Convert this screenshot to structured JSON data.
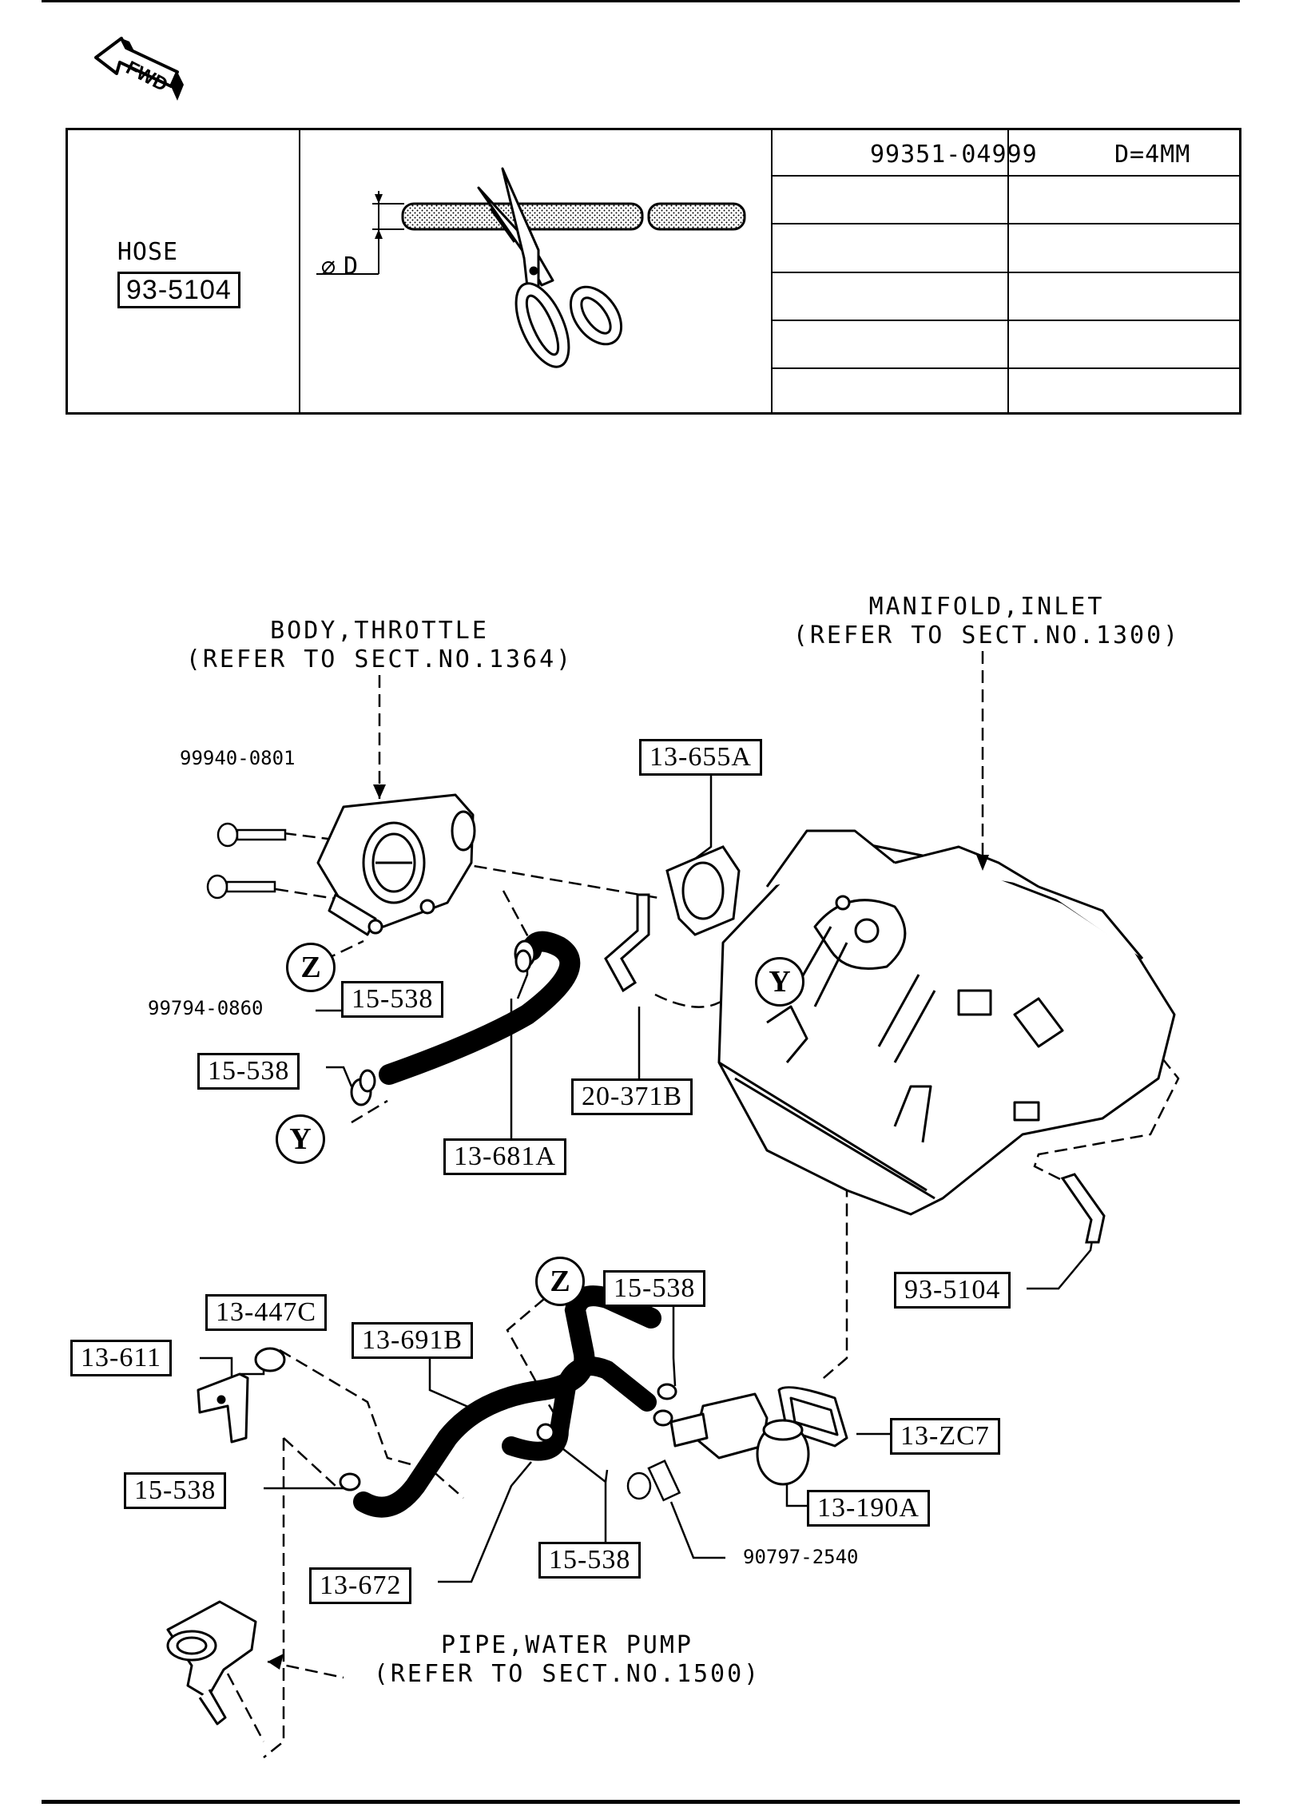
{
  "badge": {
    "label": "FWD",
    "icon": "fwd-arrow-icon"
  },
  "spec_table": {
    "part_name": "HOSE",
    "part_number": "93-5104",
    "rows": [
      {
        "part_no": "99351-04999",
        "size": "D=4MM"
      },
      {
        "part_no": "",
        "size": ""
      },
      {
        "part_no": "",
        "size": ""
      },
      {
        "part_no": "",
        "size": ""
      },
      {
        "part_no": "",
        "size": ""
      },
      {
        "part_no": "",
        "size": ""
      }
    ],
    "dimension_label": "D"
  },
  "references": {
    "throttle_name": "BODY,THROTTLE",
    "throttle_ref": "(REFER TO SECT.NO.1364)",
    "manifold_name": "MANIFOLD,INLET",
    "manifold_ref": "(REFER TO SECT.NO.1300)",
    "pump_name": "PIPE,WATER PUMP",
    "pump_ref": "(REFER TO SECT.NO.1500)"
  },
  "plain_parts": {
    "bolt_upper": "99940-0801",
    "bolt_lower": "99794-0860",
    "bolt_housing": "90797-2540"
  },
  "callouts": {
    "gasket": "13-655A",
    "clamp_throttle": "15-538",
    "clamp_left": "15-538",
    "hose_throttle": "13-681A",
    "elbow_hose": "20-371B",
    "hose_manifold": "93-5104",
    "clamp_top": "15-538",
    "bracket_cap": "13-447C",
    "bracket": "13-611",
    "pipe_long": "13-691B",
    "gasket_housing": "13-ZC7",
    "clamp_pump": "15-538",
    "thermo_housing": "13-190A",
    "clamp_bottom": "15-538",
    "hose_short": "13-672"
  },
  "markers": {
    "z": "Z",
    "y": "Y"
  }
}
